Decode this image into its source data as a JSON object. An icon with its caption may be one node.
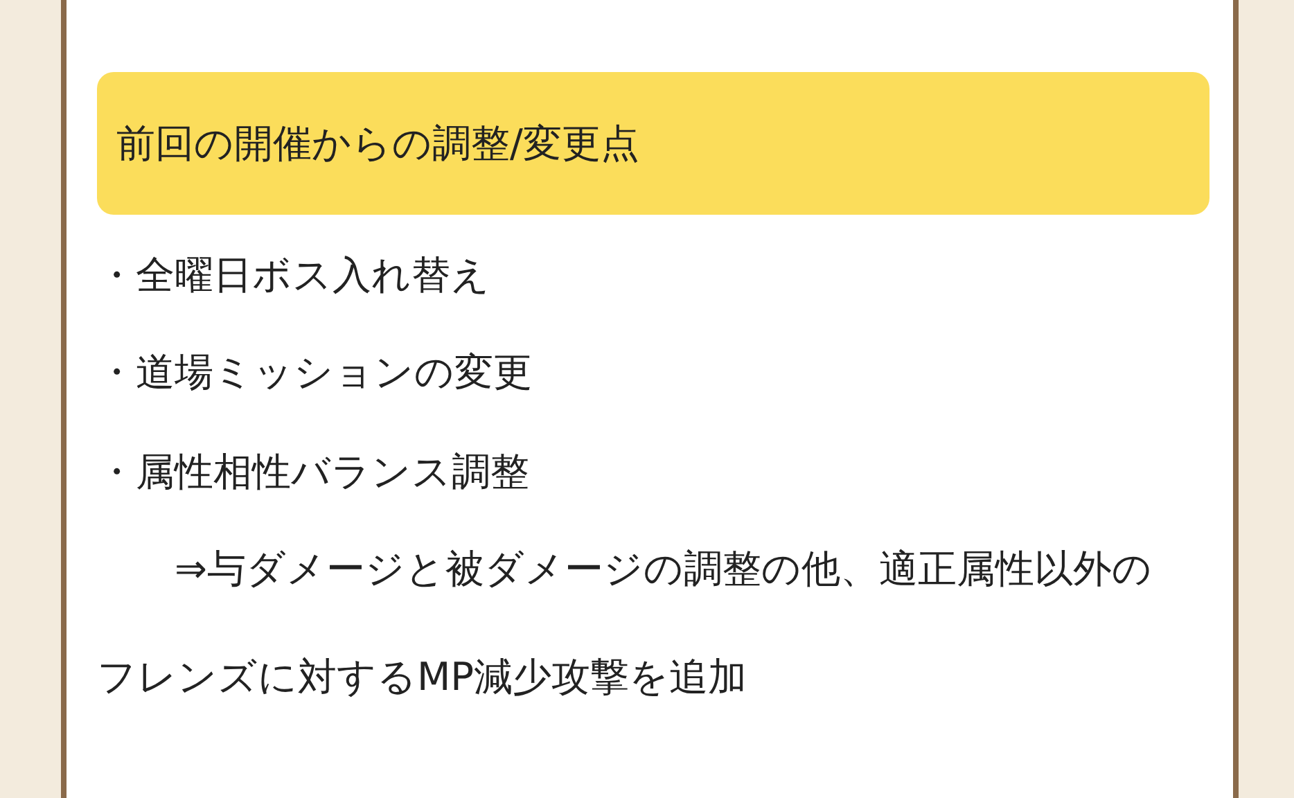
{
  "diagram": {
    "nodes": [
      {
        "text": [
          "前回の開催からの調整/変更点"
        ]
      }
    ],
    "labels": [
      "・全曜日ボス入れ替え",
      "・道場ミッションの変更",
      "・属性相性バランス調整",
      "⇒与ダメージと被ダメージの調整の他、適正属性以外のフレンズに対するMP減少攻撃を追加"
    ]
  }
}
